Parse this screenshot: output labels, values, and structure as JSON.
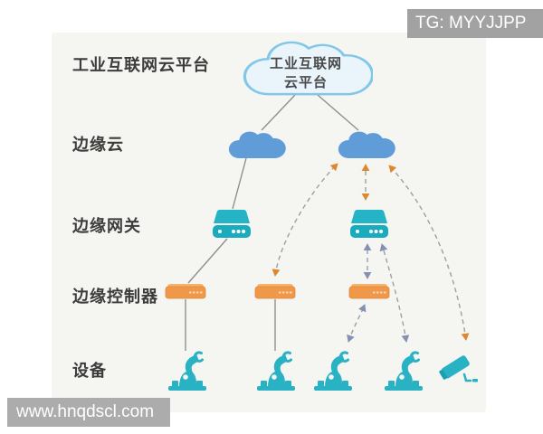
{
  "watermarks": {
    "top_right": "TG: MYYJJPP",
    "bottom_left": "www.hnqdscl.com"
  },
  "row_labels": [
    {
      "id": "cloud-platform",
      "text": "工业互联网云平台"
    },
    {
      "id": "edge-cloud",
      "text": "边缘云"
    },
    {
      "id": "edge-gateway",
      "text": "边缘网关"
    },
    {
      "id": "edge-controller",
      "text": "边缘控制器"
    },
    {
      "id": "devices",
      "text": "设备"
    }
  ],
  "main_cloud": {
    "line1": "工业互联网",
    "line2": "云平台"
  },
  "nodes": {
    "main_cloud": "industrial internet cloud platform",
    "edge_clouds": 2,
    "edge_gateways": 2,
    "edge_controllers": 3,
    "robot_arms": 4,
    "cameras": 1
  },
  "links": {
    "solid": [
      "main-cloud to edge-cloud-1",
      "main-cloud to edge-cloud-2",
      "edge-cloud-1 to gateway-1",
      "gateway-1 to controller-1",
      "controller-1 to robot-1",
      "controller-2 to robot-2"
    ],
    "dashed_orange": [
      "edge-cloud-2 to controller-2",
      "edge-cloud-2 to gateway-2",
      "edge-cloud-2 to camera"
    ],
    "dashed_blue": [
      "gateway-2 to controller-3",
      "controller-3 to robot-3",
      "gateway-2 to robot-4"
    ]
  },
  "colors": {
    "teal": "#29b2c3",
    "orange": "#f0984a",
    "edge_cloud_blue": "#5f9cd8",
    "main_cloud_fill": "#e9f4fb",
    "main_cloud_stroke": "#82c7e8",
    "arrow_orange": "#e0862c",
    "arrow_blue": "#8590b5",
    "solid_line_gray": "#8f8f8f",
    "dash_gray": "#9aa0a8",
    "stage_bg": "#f5f5f2",
    "watermark_bg": "#a5a5a5"
  }
}
